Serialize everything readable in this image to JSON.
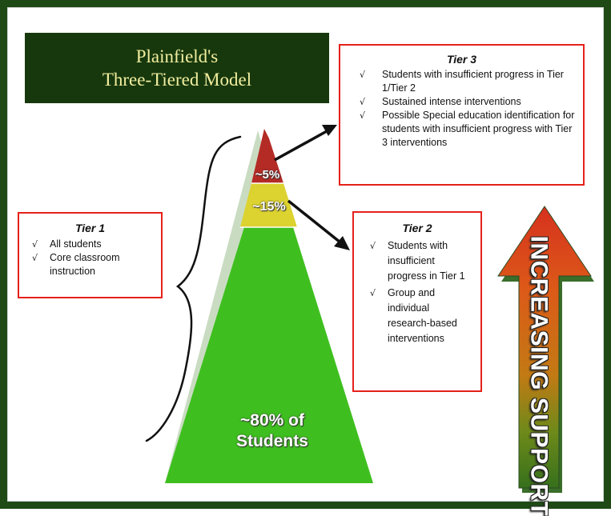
{
  "title": {
    "line1": "Plainfield's",
    "line2": "Three-Tiered Model"
  },
  "check_mark": "√",
  "pyramid": {
    "top_label": "~5%",
    "middle_label": "~15%",
    "bottom_label_line1": "~80% of",
    "bottom_label_line2": "Students",
    "colors": {
      "top": "#b42b26",
      "middle": "#dcd230",
      "bottom": "#3fbf1f"
    }
  },
  "tier1": {
    "title": "Tier 1",
    "items": [
      "All students",
      "Core classroom instruction"
    ]
  },
  "tier2": {
    "title": "Tier 2",
    "items": [
      "Students with insufficient progress in Tier 1",
      "Group and individual research-based interventions"
    ]
  },
  "tier3": {
    "title": "Tier 3",
    "items": [
      "Students with insufficient progress in Tier 1/Tier 2",
      "Sustained intense interventions",
      "Possible Special education identification for students with insufficient progress with Tier 3 interventions"
    ]
  },
  "arrow": {
    "label": "INCREASING SUPPORT",
    "colors": {
      "tip": "#d6311e",
      "upper": "#dc5a18",
      "middle": "#c27a14",
      "lower": "#6e8a1a",
      "base": "#36701c"
    }
  },
  "colors": {
    "frame": "#1f4a16",
    "title_bg": "#17380c",
    "title_text": "#f2eea0",
    "box_border": "#e5211b"
  }
}
